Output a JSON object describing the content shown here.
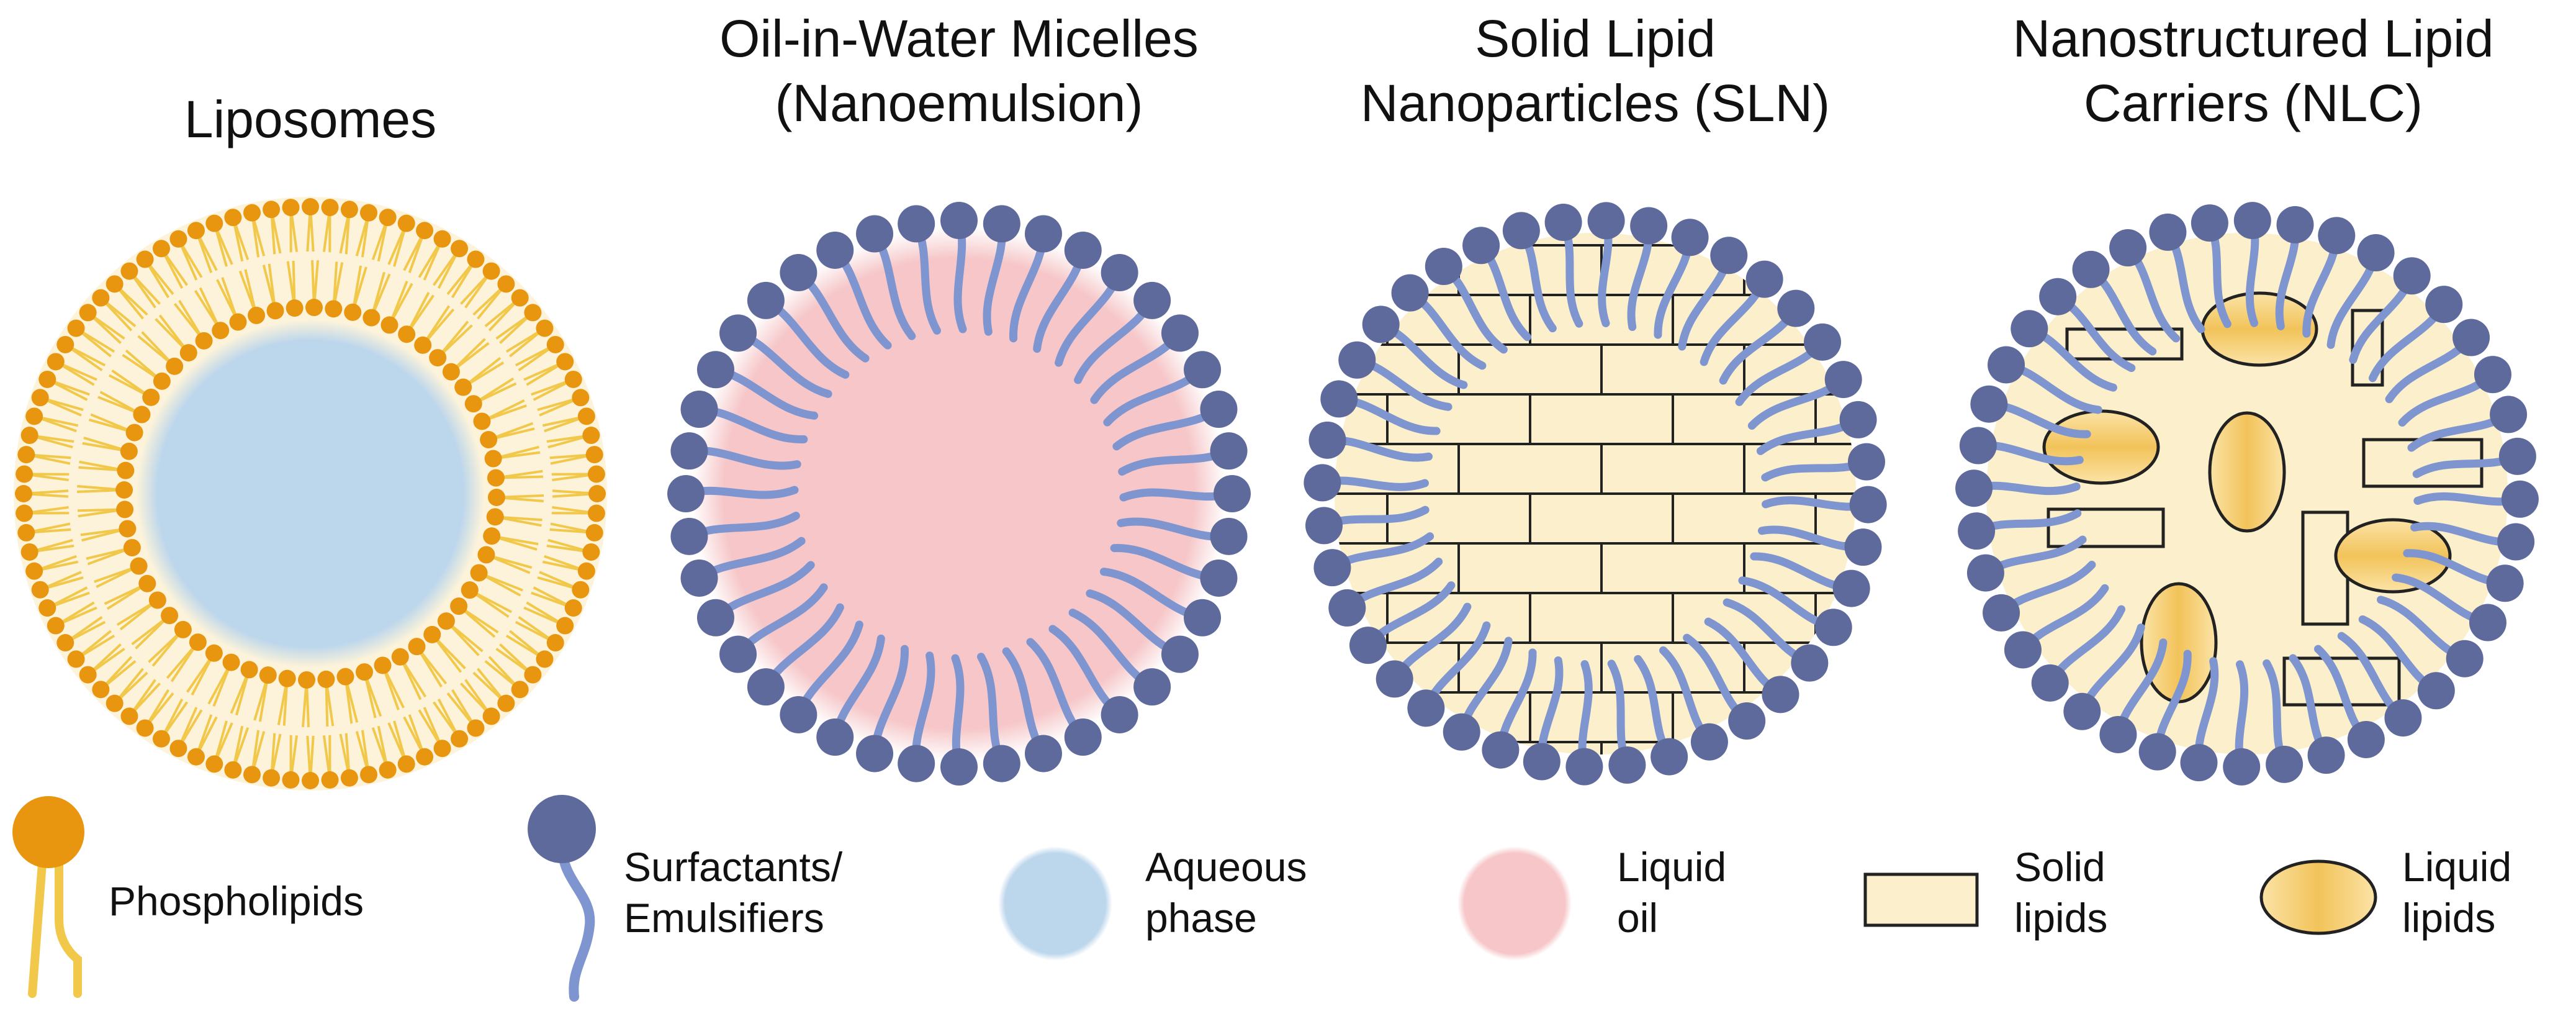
{
  "titles": {
    "liposomes": {
      "line1": "Liposomes"
    },
    "micelles": {
      "line1": "Oil-in-Water Micelles",
      "line2": "(Nanoemulsion)"
    },
    "sln": {
      "line1": "Solid Lipid",
      "line2": "Nanoparticles (SLN)"
    },
    "nlc": {
      "line1": "Nanostructured Lipid",
      "line2": "Carriers (NLC)"
    }
  },
  "legend": {
    "phospholipids": {
      "line1": "Phospholipids"
    },
    "surfactants": {
      "line1": "Surfactants/",
      "line2": "Emulsifiers"
    },
    "aqueous": {
      "line1": "Aqueous",
      "line2": "phase"
    },
    "liquid_oil": {
      "line1": "Liquid",
      "line2": "oil"
    },
    "solid_lipids": {
      "line1": "Solid",
      "line2": "lipids"
    },
    "liquid_lipids": {
      "line1": "Liquid",
      "line2": "lipids"
    }
  },
  "colors": {
    "phospholipid_head": "#E8960F",
    "phospholipid_tail": "#F2C84B",
    "surfactant_head": "#5E6A9B",
    "surfactant_tail": "#7F95CF",
    "aqueous_phase": "#BCD6EC",
    "liquid_oil": "#F6C6C8",
    "solid_lipid": "#FCEFCB",
    "liquid_lipid": "#F6D27A"
  }
}
